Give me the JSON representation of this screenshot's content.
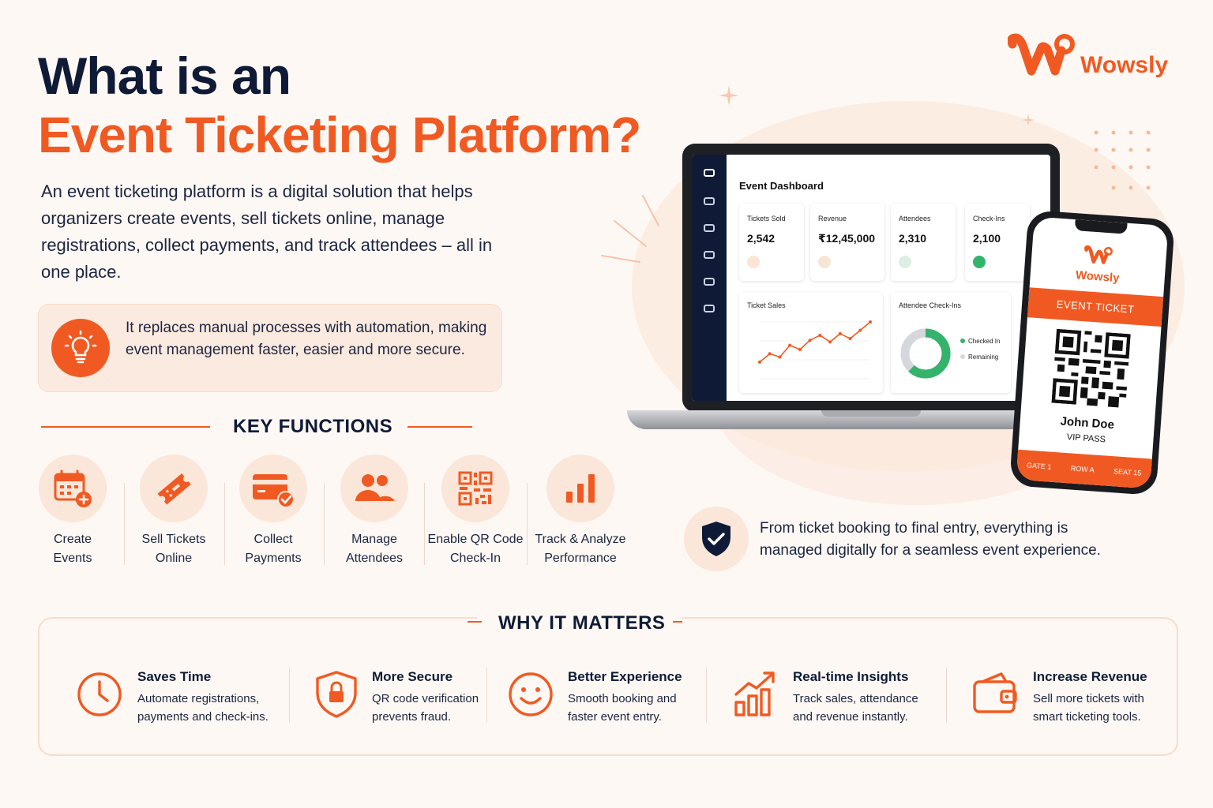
{
  "title": {
    "line1": "What is an",
    "line2": "Event Ticketing Platform?"
  },
  "intro": "An event ticketing platform is a digital solution that helps organizers create events, sell tickets online, manage registrations, collect payments, and track attendees – all in one place.",
  "highlight": "It replaces manual processes with automation, making event management faster, easier and more secure.",
  "brand": {
    "name": "Wowsly",
    "color": "#f05a22"
  },
  "key_functions": {
    "heading": "KEY FUNCTIONS",
    "items": [
      {
        "label": "Create\nEvents",
        "icon": "calendar-plus-icon"
      },
      {
        "label": "Sell Tickets\nOnline",
        "icon": "ticket-icon"
      },
      {
        "label": "Collect\nPayments",
        "icon": "credit-card-check-icon"
      },
      {
        "label": "Manage\nAttendees",
        "icon": "users-icon"
      },
      {
        "label": "Enable QR Code\nCheck-In",
        "icon": "qr-code-icon"
      },
      {
        "label": "Track & Analyze\nPerformance",
        "icon": "bar-chart-icon"
      }
    ]
  },
  "dashboard": {
    "title": "Event Dashboard",
    "stats": [
      {
        "label": "Tickets Sold",
        "value": "2,542",
        "icon_color": "#f7a27a"
      },
      {
        "label": "Revenue",
        "value": "₹12,45,000",
        "icon_color": "#f3d9b8"
      },
      {
        "label": "Attendees",
        "value": "2,310",
        "icon_color": "#d8ebe0"
      },
      {
        "label": "Check-Ins",
        "value": "2,100",
        "icon_color": "#34b36b"
      }
    ],
    "ticket_sales_title": "Ticket Sales",
    "ticket_sales_values": [
      2,
      3,
      2.6,
      4,
      3.5,
      4.6,
      5.2,
      4.4,
      5.4,
      4.8,
      5.8,
      6.8
    ],
    "checkins_title": "Attendee Check-Ins",
    "checkins_legend": [
      "Checked In",
      "Remaining"
    ],
    "checkins_fraction": 0.62,
    "colors": {
      "line": "#f05a22",
      "checked": "#34b36b",
      "remaining": "#d5d7dc"
    }
  },
  "phone_ticket": {
    "brand": "Wowsly",
    "band": "EVENT TICKET",
    "name": "John Doe",
    "pass": "VIP PASS",
    "footer": [
      "GATE 1",
      "ROW A",
      "SEAT 15"
    ]
  },
  "secure_note": "From ticket booking to final entry, everything is managed digitally for a seamless event experience.",
  "why_it_matters": {
    "heading": "WHY IT MATTERS",
    "items": [
      {
        "title": "Saves Time",
        "desc": "Automate registrations,\npayments and check-ins.",
        "icon": "clock-icon"
      },
      {
        "title": "More Secure",
        "desc": "QR code verification\nprevents fraud.",
        "icon": "shield-lock-icon"
      },
      {
        "title": "Better Experience",
        "desc": "Smooth booking and\nfaster event entry.",
        "icon": "smiley-icon"
      },
      {
        "title": "Real-time Insights",
        "desc": "Track sales, attendance\nand revenue instantly.",
        "icon": "trend-chart-icon"
      },
      {
        "title": "Increase Revenue",
        "desc": "Sell more tickets with\nsmart ticketing tools.",
        "icon": "wallet-icon"
      }
    ]
  }
}
